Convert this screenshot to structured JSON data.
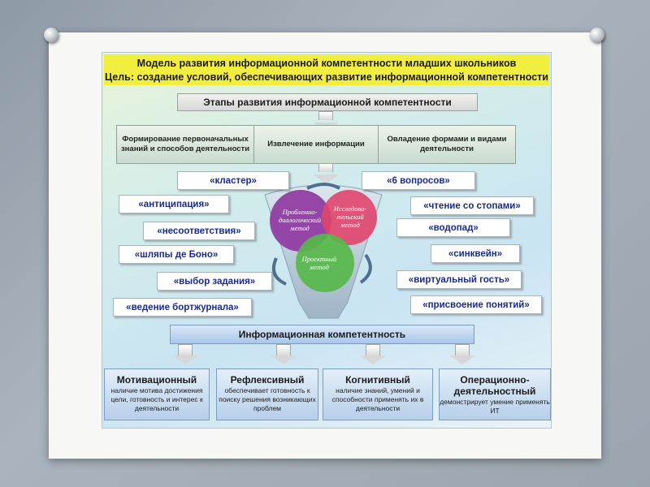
{
  "header": {
    "title": "Модель развития информационной компетентности младших школьников",
    "goal": "Цель: создание условий, обеспечивающих развитие информационной компетентности"
  },
  "stages_title": "Этапы развития информационной компетентности",
  "stages": [
    "Формирование первоначальных знаний и способов деятельности",
    "Извлечение информации",
    "Овладение формами и видами деятельности"
  ],
  "methods": {
    "problem": "Проблемно-диалогический метод",
    "research": "Исследова-тельский метод",
    "project": "Проектный метод"
  },
  "left_techniques": [
    "«кластер»",
    "«антиципация»",
    "«несоответствия»",
    "«шляпы де Боно»",
    "«выбор задания»",
    "«ведение бортжурнала»"
  ],
  "right_techniques": [
    "«6 вопросов»",
    "«чтение со стопами»",
    "«водопад»",
    "«синквейн»",
    "«виртуальный гость»",
    "«присвоение понятий»"
  ],
  "competence": "Информационная компетентность",
  "outcomes": [
    {
      "title": "Мотивационный",
      "desc": "наличие мотива достижения цели, готовность и интерес к деятельности"
    },
    {
      "title": "Рефлексивный",
      "desc": "обеспечивает готовность к поиску решения возникающих проблем"
    },
    {
      "title": "Когнитивный",
      "desc": "наличие знаний, умений и способности применять их в деятельности"
    },
    {
      "title": "Операционно-деятельностный",
      "desc": "демонстрирует умение применять ИТ"
    }
  ],
  "colors": {
    "header_bg": "#f2ee3e",
    "technique_text": "#1a2a8c",
    "circle_purple": "#8e3aa0",
    "circle_pink": "#e0456b",
    "circle_green": "#57b94a",
    "outcome_bg": "#b7cfea"
  }
}
